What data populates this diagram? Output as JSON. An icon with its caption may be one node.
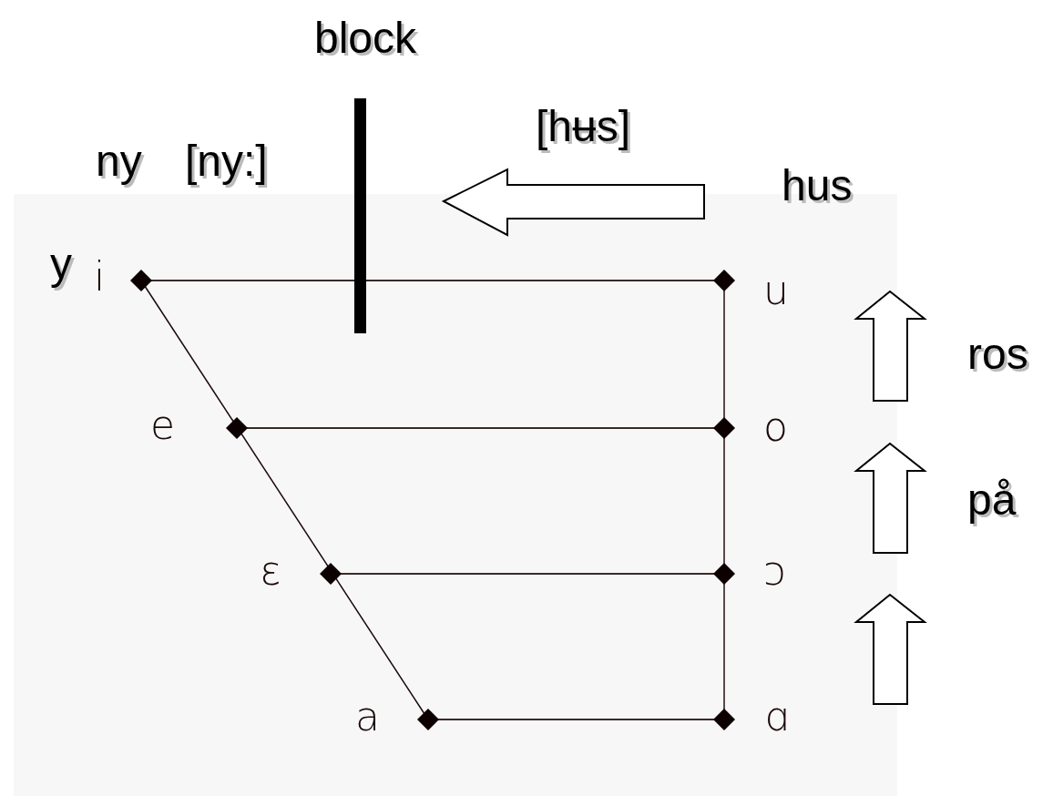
{
  "diagram": {
    "labels": [
      "block",
      "[hʉs]",
      "ny",
      "[ny:]",
      "hus",
      "y",
      "i",
      "u",
      "ros",
      "e",
      "o",
      "på",
      "ɛ",
      "ɔ",
      "a",
      "ɑ"
    ]
  }
}
